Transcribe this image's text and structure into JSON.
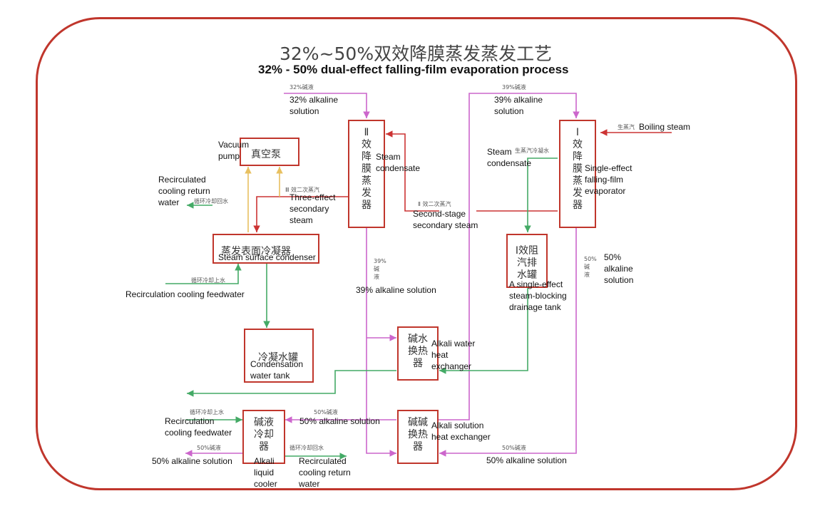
{
  "title_cn": "32%~50%双效降膜蒸发蒸发工艺",
  "title_en": "32% - 50% dual-effect falling-film evaporation process",
  "colors": {
    "frame": "#c0362c",
    "box": "#c0362c",
    "magenta": "#cc66cc",
    "green": "#44aa66",
    "red": "#cc3333",
    "yellow": "#e8c060"
  },
  "boxes": {
    "vacuum_pump_cn": "真空泵",
    "effect2_cn": [
      "Ⅱ",
      "效",
      "降",
      "膜",
      "蒸",
      "发",
      "器"
    ],
    "effect1_cn": [
      "Ⅰ",
      "效",
      "降",
      "膜",
      "蒸",
      "发",
      "器"
    ],
    "condenser_cn": "蒸发表面冷凝器",
    "drain_tank_cn": [
      "Ⅰ效阻",
      "汽排",
      "水罐"
    ],
    "cond_tank_cn": "冷凝水罐",
    "hx_water_cn": [
      "碱水",
      "换热",
      "器"
    ],
    "hx_alkali_cn": [
      "碱碱",
      "换热",
      "器"
    ],
    "cooler_cn": [
      "碱液",
      "冷却",
      "器"
    ]
  },
  "small_cn": {
    "alk32": "32%碱液",
    "alk39_top": "39%碱液",
    "steam_raw": "生蒸汽",
    "steam_cond": "生蒸汽冷凝水",
    "three_eff": "Ⅲ 效二次蒸汽",
    "second_eff": "Ⅱ 效二次蒸汽",
    "recirc_return": "循环冷却回水",
    "recirc_feed": "循环冷却上水",
    "alk39_v": [
      "39%",
      "碱",
      "液"
    ],
    "alk50_v": [
      "50%",
      "碱",
      "液"
    ],
    "recirc_feed2": "循环冷却上水",
    "alk50_mid": "50%碱液",
    "alk50_left": "50%碱液",
    "recirc_return2": "循环冷却回水",
    "alk50_right": "50%碱液"
  },
  "labels": {
    "alk32": "32% alkaline solution",
    "alk39_top": "39% alkaline solution",
    "boiling_steam": "Boiling steam",
    "vacuum_pump": "Vacuum pump",
    "steam_condensate_mid": "Steam condensate",
    "steam_condensate_right": "Steam condensate",
    "single_effect": "Single-effect falling-film evaporator",
    "recirc_return_left": "Recirculated cooling return water",
    "three_effect": "Three-effect secondary steam",
    "second_stage": "Second-stage secondary steam",
    "condenser": "Steam surface condenser",
    "recirc_feed_left": "Recirculation cooling feedwater",
    "alk39_mid": "39% alkaline solution",
    "alk50_right_top": "50% alkaline solution",
    "drain_tank": "A single-effect steam-blocking drainage tank",
    "hx_water": "Alkali water heat exchanger",
    "cond_tank": "Condensation water tank",
    "recirc_feed_bottom": "Recirculation cooling feedwater",
    "alk50_mid": "50% alkaline solution",
    "hx_alkali": "Alkali solution heat exchanger",
    "alk50_left": "50% alkaline solution",
    "cooler": "Alkali liquid cooler",
    "recirc_return_bottom": "Recirculated cooling return water",
    "alk50_bottom_right": "50% alkaline solution"
  }
}
